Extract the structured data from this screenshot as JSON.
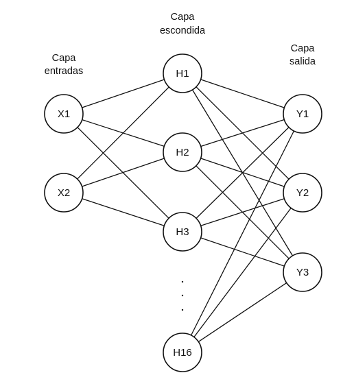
{
  "layers": {
    "input": {
      "title_line1": "Capa",
      "title_line2": "entradas"
    },
    "hidden": {
      "title_line1": "Capa",
      "title_line2": "escondida"
    },
    "output": {
      "title_line1": "Capa",
      "title_line2": "salida"
    }
  },
  "nodes": {
    "X1": "X1",
    "X2": "X2",
    "H1": "H1",
    "H2": "H2",
    "H3": "H3",
    "H16": "H16",
    "Y1": "Y1",
    "Y2": "Y2",
    "Y3": "Y3"
  },
  "edges": [
    [
      "X1",
      "H1"
    ],
    [
      "X1",
      "H2"
    ],
    [
      "X1",
      "H3"
    ],
    [
      "X2",
      "H1"
    ],
    [
      "X2",
      "H2"
    ],
    [
      "X2",
      "H3"
    ],
    [
      "H1",
      "Y1"
    ],
    [
      "H1",
      "Y2"
    ],
    [
      "H1",
      "Y3"
    ],
    [
      "H2",
      "Y1"
    ],
    [
      "H2",
      "Y2"
    ],
    [
      "H2",
      "Y3"
    ],
    [
      "H3",
      "Y1"
    ],
    [
      "H3",
      "Y2"
    ],
    [
      "H3",
      "Y3"
    ],
    [
      "H16",
      "Y1"
    ],
    [
      "H16",
      "Y2"
    ],
    [
      "H16",
      "Y3"
    ]
  ],
  "colors": {
    "stroke": "#111111",
    "background": "#ffffff"
  }
}
